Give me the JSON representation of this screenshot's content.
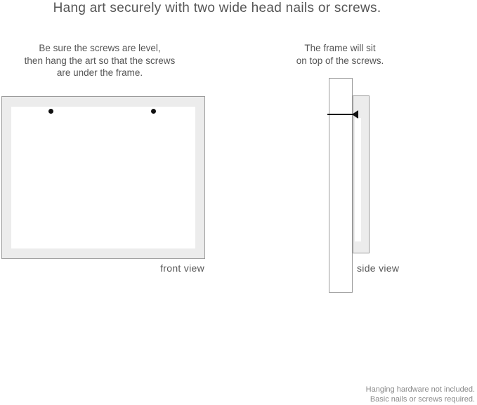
{
  "title": "Hang art securely with two wide head nails or screws.",
  "front_section": {
    "caption_lines": {
      "0": "Be sure the screws are level,",
      "1": "then hang the art so that the screws",
      "2": "are under the frame."
    },
    "label": "front view"
  },
  "side_section": {
    "caption_lines": {
      "0": "The frame will sit",
      "1": "on top of the screws."
    },
    "label": "side view"
  },
  "footer": {
    "lines": {
      "0": "Hanging hardware not included.",
      "1": "Basic nails or screws required."
    }
  },
  "colors": {
    "frame_fill": "#ececec",
    "frame_border": "#9b9b9b",
    "text_primary": "#555555",
    "text_footer": "#8a8a8a",
    "nail": "#111111",
    "background": "#ffffff"
  }
}
